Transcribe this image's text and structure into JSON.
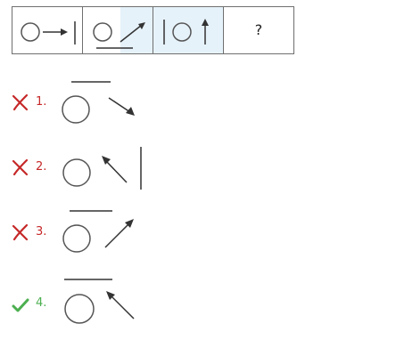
{
  "question": {
    "missing_label": "?"
  },
  "options": [
    {
      "number": "1.",
      "status": "wrong"
    },
    {
      "number": "2.",
      "status": "wrong"
    },
    {
      "number": "3.",
      "status": "wrong"
    },
    {
      "number": "4.",
      "status": "correct"
    }
  ],
  "colors": {
    "wrong": "#c62828",
    "correct": "#4caf50",
    "figure": "#555555",
    "highlight": "#e6f2fa"
  },
  "icons": {
    "wrong": "cross-icon",
    "correct": "check-icon"
  }
}
